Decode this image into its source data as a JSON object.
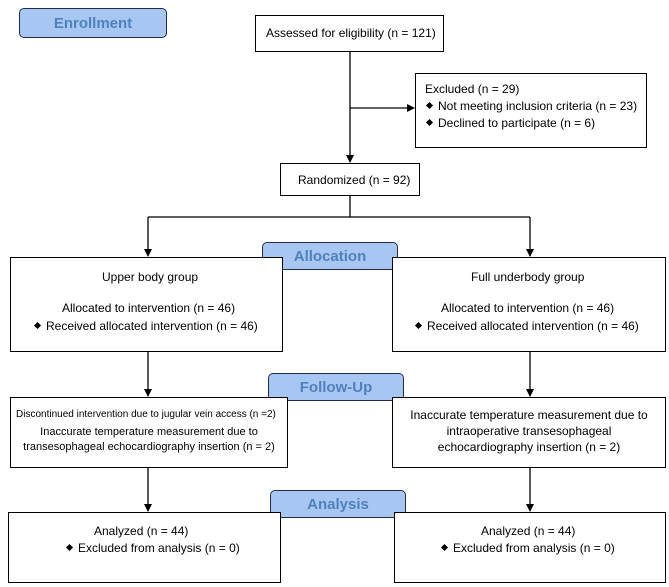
{
  "phases": {
    "enrollment": "Enrollment",
    "allocation": "Allocation",
    "follow_up": "Follow-Up",
    "analysis": "Analysis"
  },
  "assessed": "Assessed for eligibility (n = 121)",
  "excluded": {
    "title": "Excluded  (n = 29)",
    "items": [
      "Not meeting inclusion criteria (n = 23)",
      "Declined to participate (n = 6)"
    ]
  },
  "randomized": "Randomized (n = 92)",
  "upper": {
    "title": "Upper body group",
    "allocated": "Allocated to intervention (n = 46)",
    "received": "Received allocated intervention (n = 46)",
    "followup_1": "Discontinued intervention due to jugular vein access (n =2)",
    "followup_2": "Inaccurate temperature measurement due to",
    "followup_3": "transesophageal echocardiography insertion (n = 2)",
    "analyzed": "Analyzed  (n = 44)",
    "excluded": "Excluded from analysis (n = 0)"
  },
  "full": {
    "title": "Full underbody group",
    "allocated": "Allocated to intervention (n = 46)",
    "received": "Received allocated intervention (n = 46)",
    "followup_1": "Inaccurate temperature measurement due to",
    "followup_2": "intraoperative transesophageal",
    "followup_3": "echocardiography insertion (n = 2)",
    "analyzed": "Analyzed  (n = 44)",
    "excluded": "Excluded from analysis (n = 0)"
  },
  "colors": {
    "phase_fill": "#a7c7f2",
    "phase_text": "#4f81bd",
    "line": "#000000"
  }
}
